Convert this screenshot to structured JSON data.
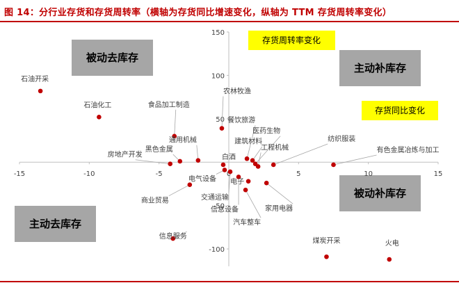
{
  "title": "图 14：分行业存货和存货周转率（横轴为存货同比增速变化，纵轴为 TTM 存货周转率变化）",
  "colors": {
    "title": "#c00000",
    "point": "#c00000",
    "quadrant_box": "#a6a6a6",
    "note_box": "#ffff00",
    "axis": "#bfbfbf"
  },
  "chart_data": {
    "type": "scatter",
    "title": "",
    "xlim": [
      -15,
      15
    ],
    "ylim": [
      -120,
      150
    ],
    "x_ticks": [
      -15,
      -10,
      -5,
      0,
      5,
      10,
      15
    ],
    "y_ticks": [
      -100,
      -50,
      0,
      50,
      100,
      150
    ],
    "y_tick_labels": [
      "-100",
      "-50",
      "",
      "50",
      "100",
      "150"
    ],
    "axis_titles": {
      "y": "存货周转率变化",
      "x": "存货同比变化"
    },
    "quadrants": {
      "top_left": "被动去库存",
      "top_right": "主动补库存",
      "bottom_left": "主动去库存",
      "bottom_right": "被动补库存"
    },
    "points": [
      {
        "label": "石油开采",
        "x": -13.5,
        "y": 82
      },
      {
        "label": "石油化工",
        "x": -9.3,
        "y": 52
      },
      {
        "label": "食品加工制造",
        "x": -3.9,
        "y": 30
      },
      {
        "label": "农林牧渔",
        "x": -0.5,
        "y": 39
      },
      {
        "label": "通用机械",
        "x": -2.2,
        "y": 2
      },
      {
        "label": "黑色金属",
        "x": -3.5,
        "y": 1
      },
      {
        "label": "房地产开发",
        "x": -4.2,
        "y": -2
      },
      {
        "label": "白酒",
        "x": -0.4,
        "y": -3
      },
      {
        "label": "餐饮旅游",
        "x": 1.3,
        "y": 4
      },
      {
        "label": "建筑材料",
        "x": 1.7,
        "y": 2
      },
      {
        "label": "医药生物",
        "x": 1.9,
        "y": -2
      },
      {
        "label": "工程机械",
        "x": 2.1,
        "y": -5
      },
      {
        "label": "纺织服装",
        "x": 3.2,
        "y": -3
      },
      {
        "label": "有色金属冶炼与加工",
        "x": 7.5,
        "y": -3
      },
      {
        "label": "电气设备",
        "x": -0.3,
        "y": -9
      },
      {
        "label": "交通运输",
        "x": 0.1,
        "y": -11
      },
      {
        "label": "商业贸易",
        "x": -2.8,
        "y": -26
      },
      {
        "label": "信息设备",
        "x": 0.7,
        "y": -17
      },
      {
        "label": "电子",
        "x": 1.4,
        "y": -22
      },
      {
        "label": "汽车整车",
        "x": 1.2,
        "y": -32
      },
      {
        "label": "家用电器",
        "x": 2.7,
        "y": -24
      },
      {
        "label": "信息服务",
        "x": -4.0,
        "y": -88
      },
      {
        "label": "煤炭开采",
        "x": 7.0,
        "y": -109
      },
      {
        "label": "火电",
        "x": 11.5,
        "y": -112
      }
    ],
    "grid": false,
    "legend": "none"
  }
}
